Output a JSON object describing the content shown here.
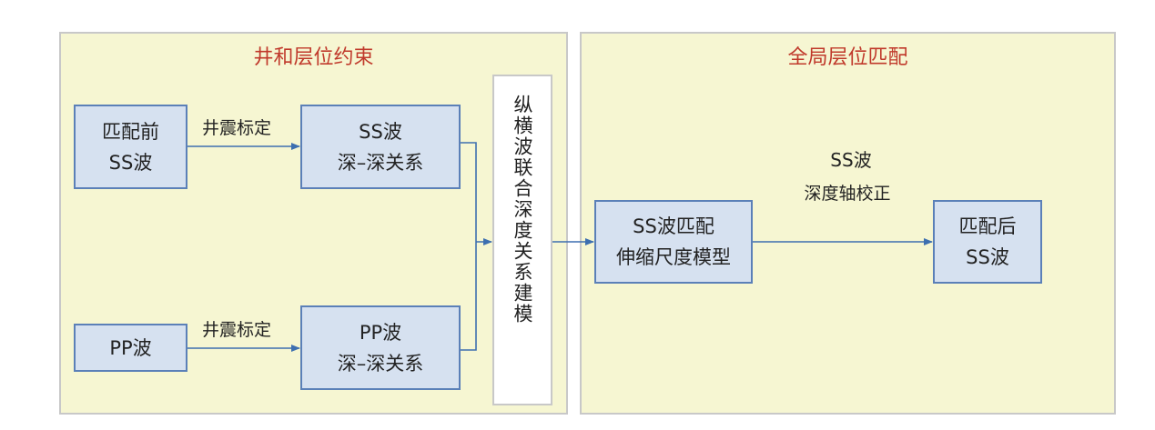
{
  "left_panel": {
    "title": "井和层位约束",
    "box_ss_before": {
      "line1": "匹配前",
      "line2": "SS波"
    },
    "box_ss_depth": {
      "line1": "SS波",
      "line2": "深–深关系"
    },
    "box_pp": {
      "line1": "PP波"
    },
    "box_pp_depth": {
      "line1": "PP波",
      "line2": "深–深关系"
    },
    "label_top": "井震标定",
    "label_bottom": "井震标定"
  },
  "joint_column": {
    "text": "纵横波联合深度关系建模"
  },
  "right_panel": {
    "title": "全局层位匹配",
    "box_model": {
      "line1": "SS波匹配",
      "line2": "伸缩尺度模型"
    },
    "label_line1": "SS波",
    "label_line2": "深度轴校正",
    "box_ss_after": {
      "line1": "匹配后",
      "line2": "SS波"
    }
  },
  "colors": {
    "panel_bg": "#f6f6d2",
    "box_fill": "#d6e1f0",
    "box_border": "#5b80b8",
    "title": "#c0392b",
    "arrow": "#3d6fb0"
  }
}
